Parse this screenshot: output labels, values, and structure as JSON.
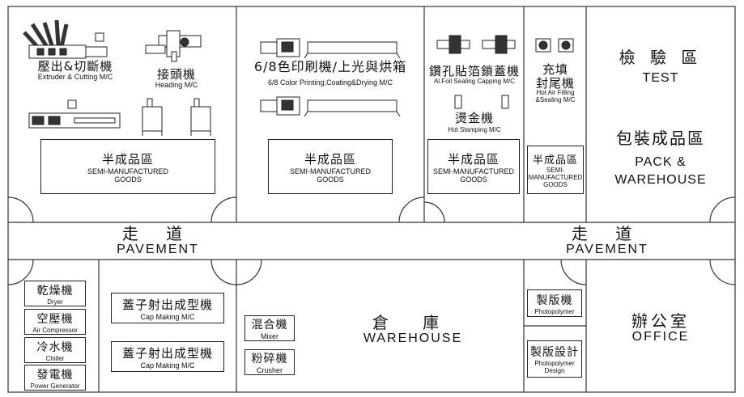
{
  "zones": {
    "extruder": {
      "zh": "壓出&切斷機",
      "en": "Extruder & Cutting M/C"
    },
    "heading": {
      "zh": "接頭機",
      "en": "Heading M/C"
    },
    "printing": {
      "zh": "6/8色印刷機/上光與烘箱",
      "en": "6/8 Color Printing,Coating&Drying M/C"
    },
    "foil_sealing": {
      "zh": "鑽孔貼箔鎖蓋機",
      "en": "Al.Foil Sealing Capping M/C"
    },
    "hot_stamping": {
      "zh": "燙金機",
      "en": "Hot Stamping M/C"
    },
    "hot_air": {
      "zh1": "充填",
      "zh2": "封尾機",
      "en1": "Hot Air Filling",
      "en2": "&Sealing M/C"
    },
    "test": {
      "zh": "檢 驗 區",
      "en": "TEST"
    },
    "pack": {
      "zh": "包裝成品區",
      "en1": "PACK &",
      "en2": "WAREHOUSE"
    },
    "semi_goods": [
      {
        "zh": "半成品區",
        "en1": "SEMI-MANUFACTURED",
        "en2": "GOODS"
      },
      {
        "zh": "半成品區",
        "en1": "SEMI-MANUFACTURED",
        "en2": "GOODS"
      },
      {
        "zh": "半成品區",
        "en1": "SEMI-MANUFACTURED",
        "en2": "GOODS"
      },
      {
        "zh": "半成品區",
        "en1": "SEMI-",
        "en2": "MANUFACTURED",
        "en3": "GOODS"
      }
    ],
    "pavement": [
      {
        "zh": "走 道",
        "en": "PAVEMENT"
      },
      {
        "zh": "走 道",
        "en": "PAVEMENT"
      }
    ],
    "utilities": [
      {
        "zh": "乾燥機",
        "en": "Dryer"
      },
      {
        "zh": "空壓機",
        "en": "Air Compressor"
      },
      {
        "zh": "冷水機",
        "en": "Chiller"
      },
      {
        "zh": "發電機",
        "en": "Power Generator"
      }
    ],
    "cap_making": [
      {
        "zh": "蓋子射出成型機",
        "en": "Cap Making M/C"
      },
      {
        "zh": "蓋子射出成型機",
        "en": "Cap Making M/C"
      }
    ],
    "mixer": {
      "zh": "混合機",
      "en": "Mixer"
    },
    "crusher": {
      "zh": "粉碎機",
      "en": "Crusher"
    },
    "warehouse": {
      "zh": "倉 庫",
      "en": "WAREHOUSE"
    },
    "photopolymer": {
      "zh": "製版機",
      "en": "Photopolymer"
    },
    "photopolymer_design": {
      "zh": "製版設計",
      "en1": "Photopolymer",
      "en2": "Design"
    },
    "office": {
      "zh": "辦公室",
      "en": "OFFICE"
    }
  }
}
